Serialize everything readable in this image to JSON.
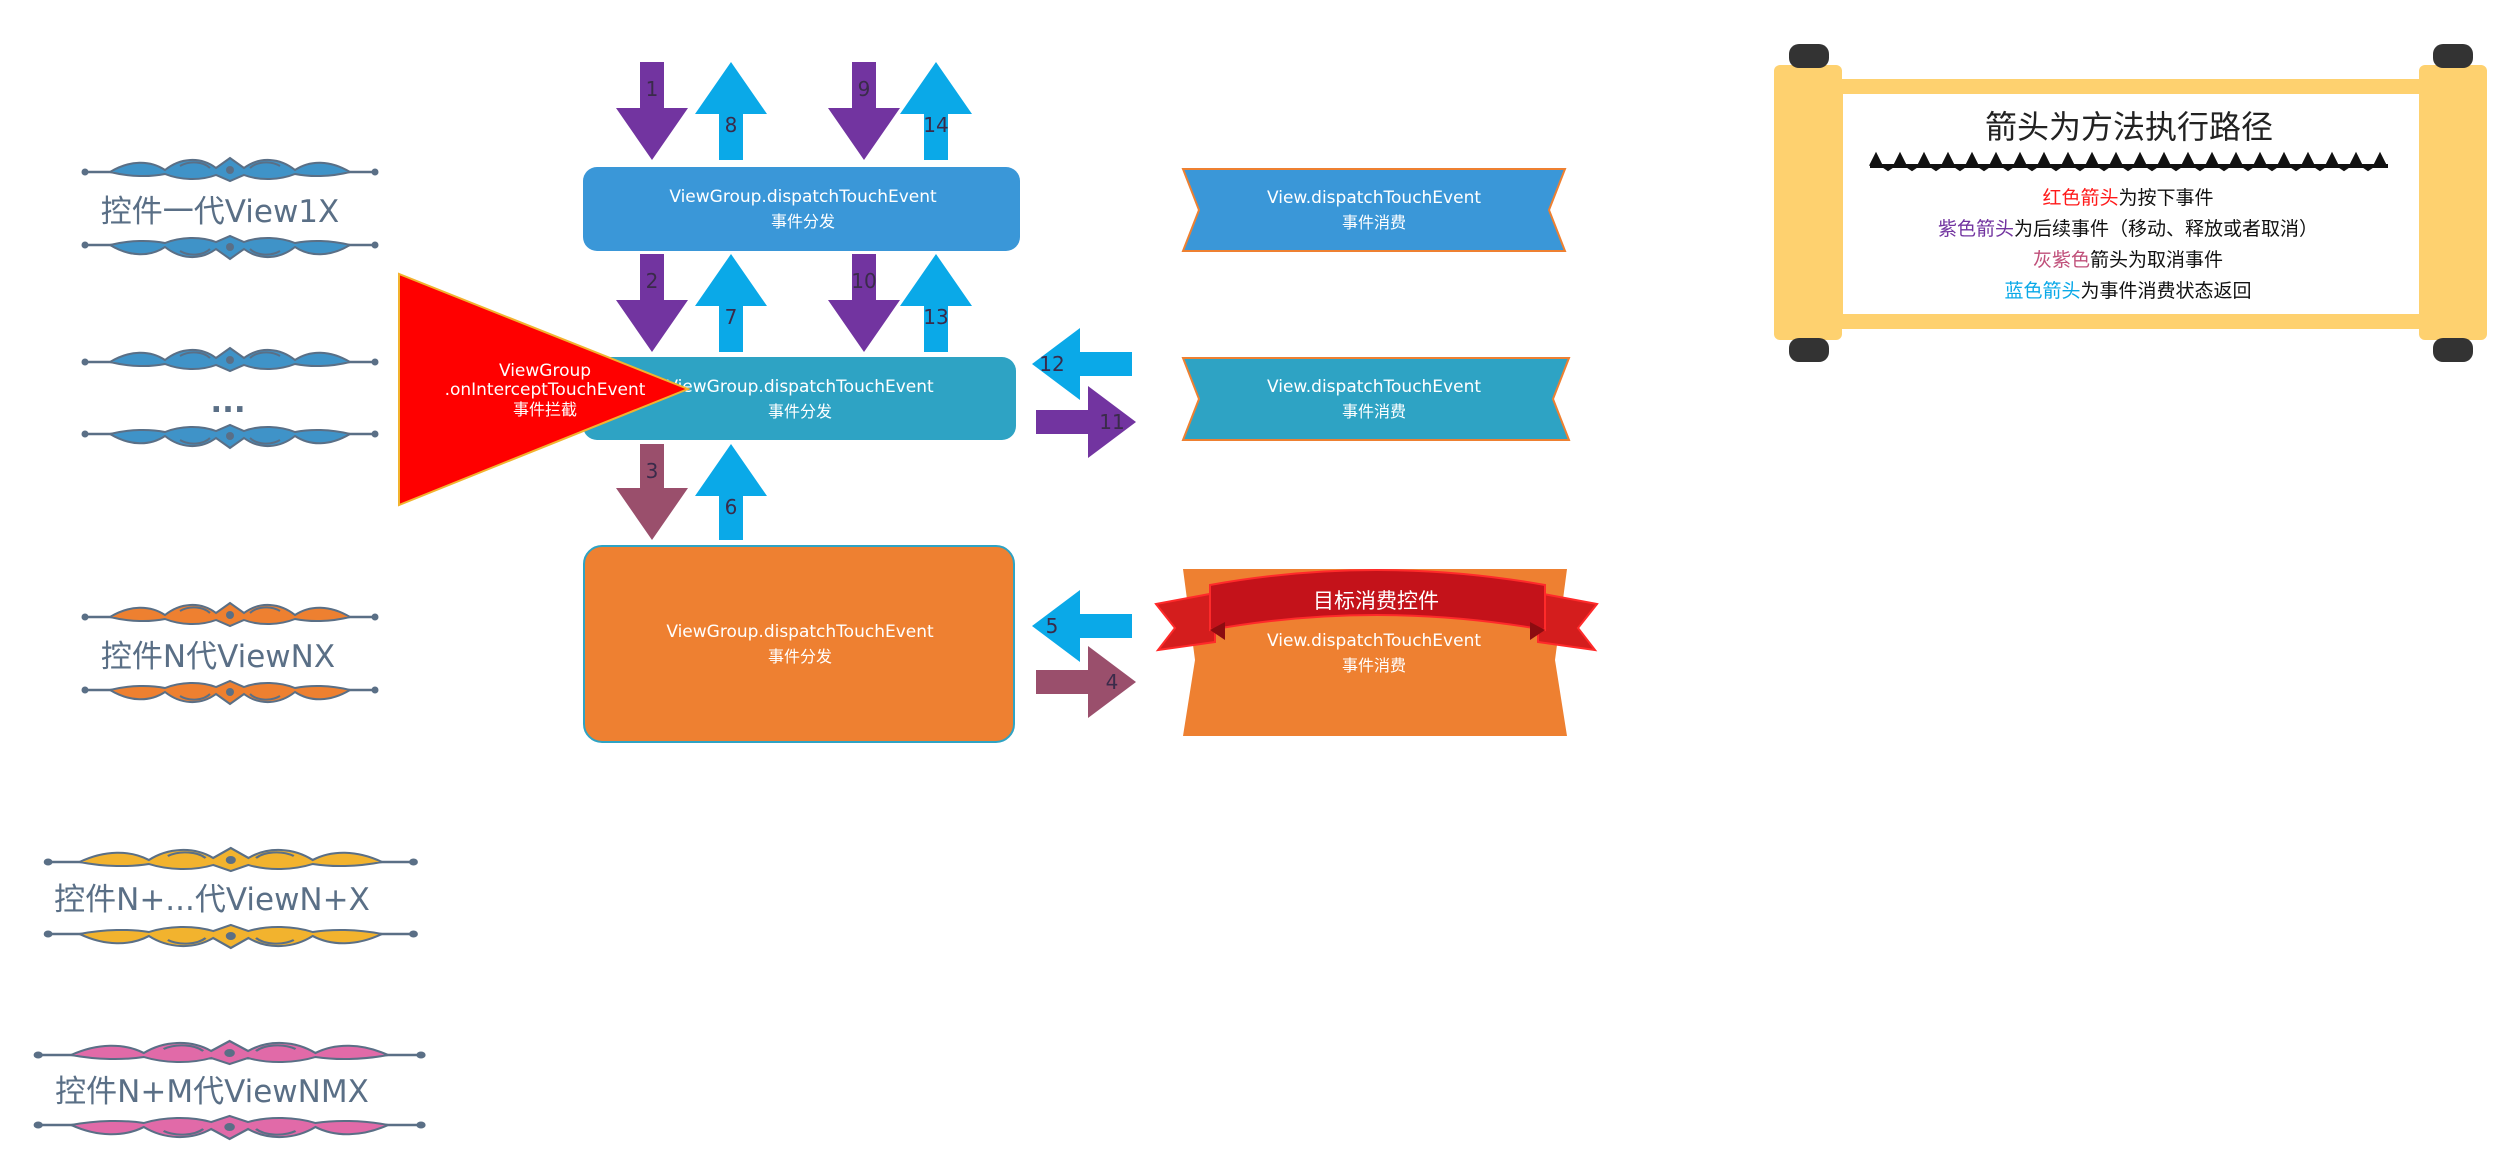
{
  "generations": [
    {
      "label": "控件一代View1X",
      "color": "#3f93c8"
    },
    {
      "label": "...",
      "color": "#3f93c8"
    },
    {
      "label": "控件N代ViewNX",
      "color": "#ee8030"
    },
    {
      "label": "控件N+...代ViewN+X",
      "color": "#f2b32e"
    },
    {
      "label": "控件N+M代ViewNMX",
      "color": "#e16aa8"
    }
  ],
  "boxes": {
    "vg1": {
      "line1": "ViewGroup.dispatchTouchEvent",
      "line2": "事件分发"
    },
    "vg2": {
      "line1": "ViewGroup.dispatchTouchEvent",
      "line2": "事件分发"
    },
    "vg3": {
      "line1": "ViewGroup.dispatchTouchEvent",
      "line2": "事件分发"
    },
    "v1": {
      "line1": "View.dispatchTouchEvent",
      "line2": "事件消费"
    },
    "v2": {
      "line1": "View.dispatchTouchEvent",
      "line2": "事件消费"
    },
    "v3": {
      "line1": "View.dispatchTouchEvent",
      "line2": "事件消费"
    }
  },
  "intercept": {
    "line1": "ViewGroup",
    "line2": ".onInterceptTouchEvent",
    "line3": "事件拦截"
  },
  "target_banner": "目标消费控件",
  "arrow_numbers": {
    "a1": "1",
    "a2": "2",
    "a3": "3",
    "a4": "4",
    "a5": "5",
    "a6": "6",
    "a7": "7",
    "a8": "8",
    "a9": "9",
    "a10": "10",
    "a11": "11",
    "a12": "12",
    "a13": "13",
    "a14": "14"
  },
  "colors": {
    "blue_box": "#3a97d8",
    "teal_box": "#2ea3c4",
    "orange_box": "#ee8031",
    "purple_arrow": "#7234a0",
    "blue_arrow": "#0aa9e8",
    "grey_purple_arrow": "#9a4f6c",
    "intercept_red": "#ff0000",
    "scroll_bg": "#fed16f"
  },
  "legend": {
    "title": "箭头为方法执行路径",
    "red": {
      "colored": "红色箭头",
      "rest": "为按下事件"
    },
    "purple": {
      "colored": "紫色箭头",
      "rest": "为后续事件（移动、释放或者取消）"
    },
    "grey": {
      "colored": "灰紫色",
      "rest": "箭头为取消事件"
    },
    "blue": {
      "colored": "蓝色箭头",
      "rest": "为事件消费状态返回"
    }
  }
}
